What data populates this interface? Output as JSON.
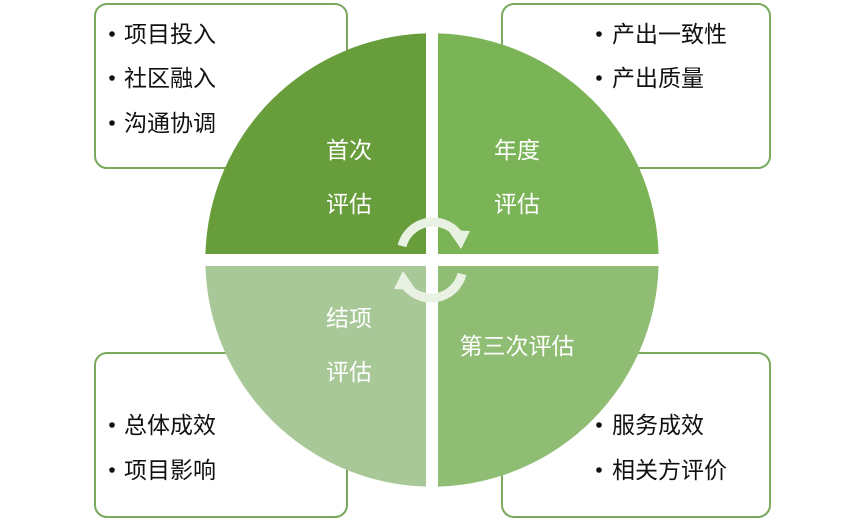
{
  "colors": {
    "q1": "#689d3c",
    "q2": "#7bb457",
    "q3": "#a9c898",
    "q4": "#8fbd73",
    "box_border": "#78a95c",
    "arrow": "#e9f1e3"
  },
  "quadrants": {
    "top_left": {
      "line1": "首次",
      "line2": "评估"
    },
    "top_right": {
      "line1": "年度",
      "line2": "评估"
    },
    "bottom_left": {
      "line1": "结项",
      "line2": "评估"
    },
    "bottom_right": {
      "line1": "第三次评估"
    }
  },
  "boxes": {
    "top_left": {
      "items": [
        "项目投入",
        "社区融入",
        "沟通协调"
      ]
    },
    "top_right": {
      "items": [
        "产出一致性",
        "产出质量"
      ]
    },
    "bottom_left": {
      "items": [
        "总体成效",
        "项目影响"
      ]
    },
    "bottom_right": {
      "items": [
        "服务成效",
        "相关方评价"
      ]
    }
  },
  "icons": {
    "cycle": "cycle-arrows-icon"
  }
}
